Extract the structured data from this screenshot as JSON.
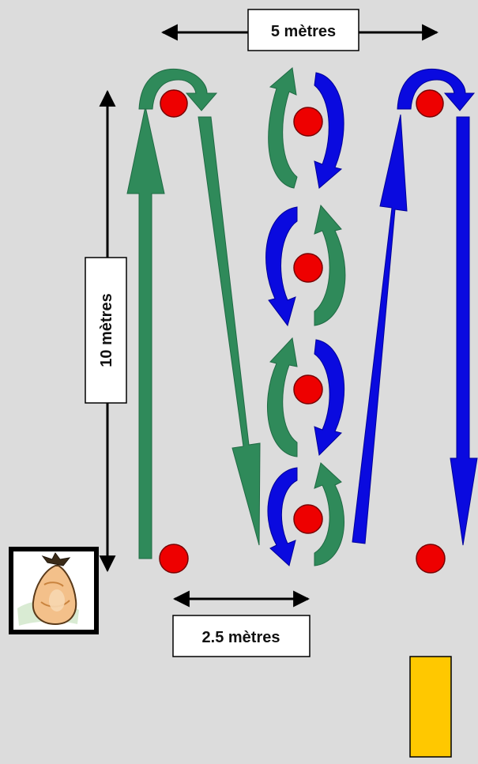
{
  "labels": {
    "width_top": "5 mètres",
    "height_side": "10 mètres",
    "spacing_bottom": "2.5 mètres"
  },
  "colors": {
    "background": "#dcdcdc",
    "cone": "#ee0000",
    "green_route": "#2f8a5a",
    "green_dark": "#1f6b44",
    "blue_route": "#0a0adf",
    "yellow_marker": "#ffc800",
    "black": "#000000"
  },
  "icons": {
    "bag": "money-bag-icon",
    "cone": "red-cone-marker"
  }
}
